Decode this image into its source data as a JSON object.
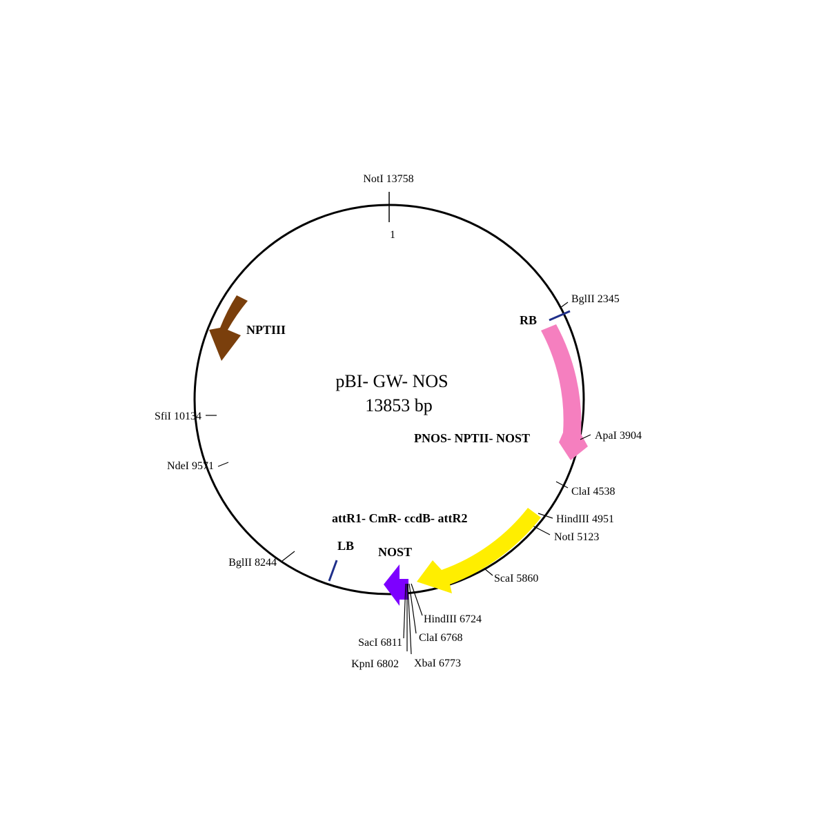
{
  "plasmid": {
    "name": "pBI- GW- NOS",
    "size": "13853 bp",
    "origin_label": "1"
  },
  "features": [
    {
      "id": "npt3",
      "label": "NPTIII",
      "color": "#7a3f0c"
    },
    {
      "id": "pnos",
      "label": "PNOS- NPTII- NOST",
      "color": "#f57fbf"
    },
    {
      "id": "attr",
      "label": "attR1- CmR- ccdB- attR2",
      "color": "#ffee00"
    },
    {
      "id": "nost",
      "label": "NOST",
      "color": "#7d00ff"
    }
  ],
  "borders": [
    {
      "id": "rb",
      "label": "RB",
      "color": "#1f2f8a"
    },
    {
      "id": "lb",
      "label": "LB",
      "color": "#1f2f8a"
    }
  ],
  "sites": [
    {
      "id": "noti-13758",
      "label": "NotI 13758"
    },
    {
      "id": "bglii-2345",
      "label": "BglII 2345"
    },
    {
      "id": "apai-3904",
      "label": "ApaI 3904"
    },
    {
      "id": "clai-4538",
      "label": "ClaI 4538"
    },
    {
      "id": "hindiii-4951",
      "label": "HindIII 4951"
    },
    {
      "id": "noti-5123",
      "label": "NotI 5123"
    },
    {
      "id": "scai-5860",
      "label": "ScaI 5860"
    },
    {
      "id": "hindiii-6724",
      "label": "HindIII 6724"
    },
    {
      "id": "clai-6768",
      "label": "ClaI 6768"
    },
    {
      "id": "xbai-6773",
      "label": "XbaI 6773"
    },
    {
      "id": "saci-6811",
      "label": "SacI 6811"
    },
    {
      "id": "kpni-6802",
      "label": "KpnI 6802"
    },
    {
      "id": "bglii-8244",
      "label": "BglII 8244"
    },
    {
      "id": "ndei-9571",
      "label": "NdeI 9571"
    },
    {
      "id": "sfii-10134",
      "label": "SfiI 10134"
    }
  ]
}
